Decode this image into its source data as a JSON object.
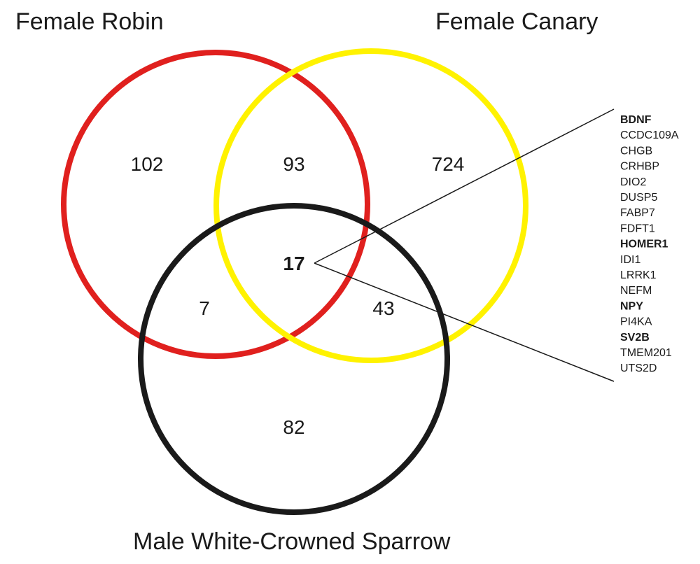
{
  "sets": {
    "robin": {
      "label": "Female Robin",
      "color": "#e0201e"
    },
    "canary": {
      "label": "Female Canary",
      "color": "#fff200"
    },
    "sparrow": {
      "label": "Male White-Crowned Sparrow",
      "color": "#1a1a1a"
    }
  },
  "regions": {
    "robin_only": "102",
    "robin_canary": "93",
    "canary_only": "724",
    "all_three": "17",
    "robin_sparrow": "7",
    "canary_sparrow": "43",
    "sparrow_only": "82"
  },
  "genes": [
    {
      "name": "BDNF",
      "bold": true
    },
    {
      "name": "CCDC109A",
      "bold": false
    },
    {
      "name": "CHGB",
      "bold": false
    },
    {
      "name": "CRHBP",
      "bold": false
    },
    {
      "name": "DIO2",
      "bold": false
    },
    {
      "name": "DUSP5",
      "bold": false
    },
    {
      "name": "FABP7",
      "bold": false
    },
    {
      "name": "FDFT1",
      "bold": false
    },
    {
      "name": "HOMER1",
      "bold": true
    },
    {
      "name": "IDI1",
      "bold": false
    },
    {
      "name": "LRRK1",
      "bold": false
    },
    {
      "name": "NEFM",
      "bold": false
    },
    {
      "name": "NPY",
      "bold": true
    },
    {
      "name": "PI4KA",
      "bold": false
    },
    {
      "name": "SV2B",
      "bold": true
    },
    {
      "name": "TMEM201",
      "bold": false
    },
    {
      "name": "UTS2D",
      "bold": false
    }
  ]
}
